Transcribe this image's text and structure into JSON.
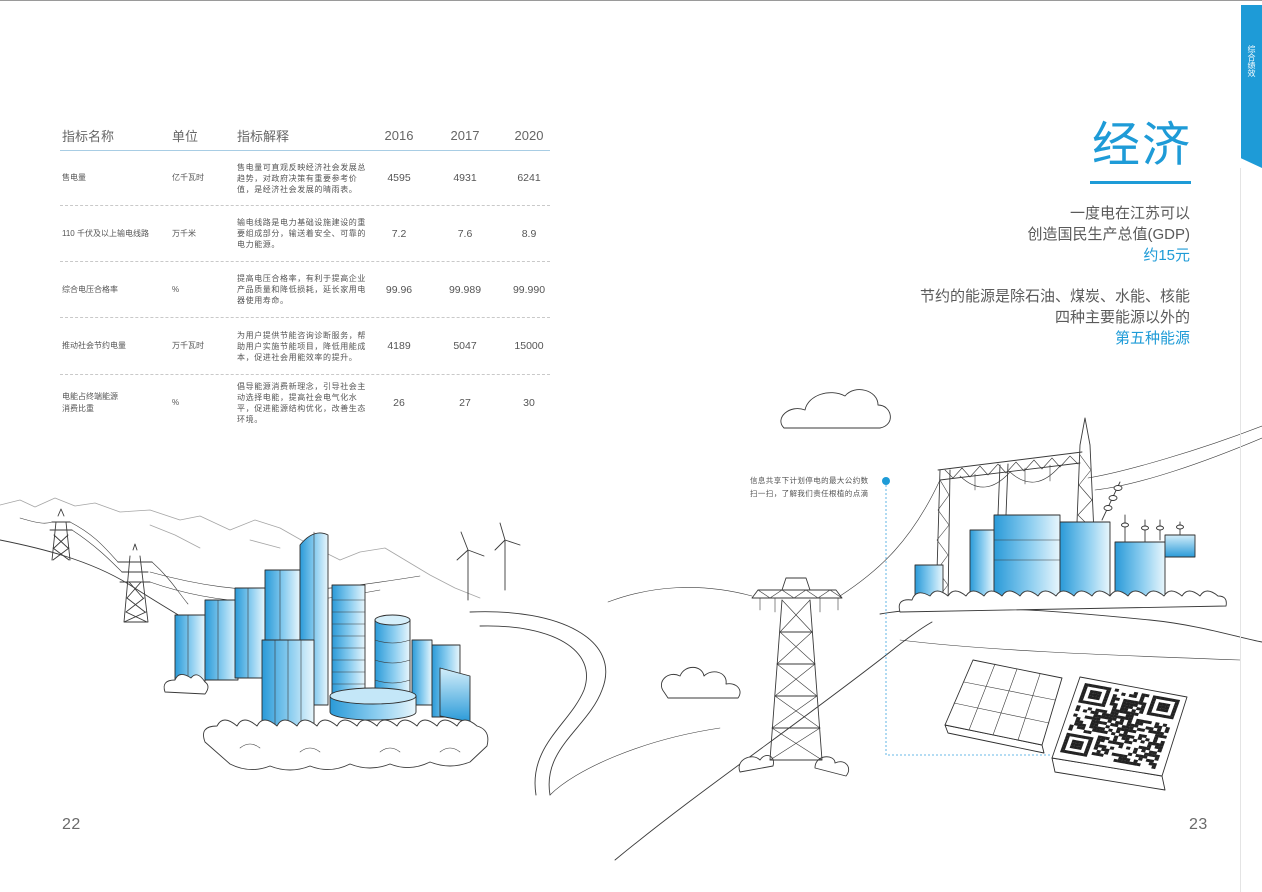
{
  "side_tab": {
    "label": "综合绩效"
  },
  "table": {
    "headers": {
      "name": "指标名称",
      "unit": "单位",
      "desc": "指标解释",
      "y2016": "2016",
      "y2017": "2017",
      "y2020": "2020"
    },
    "rows": [
      {
        "name": "售电量",
        "unit": "亿千瓦时",
        "desc": "售电量可直观反映经济社会发展总趋势，对政府决策有重要参考价值，是经济社会发展的晴雨表。",
        "y2016": "4595",
        "y2017": "4931",
        "y2020": "6241"
      },
      {
        "name": "110 千伏及以上输电线路",
        "unit": "万千米",
        "desc": "输电线路是电力基础设施建设的重要组成部分，输送着安全、可靠的电力能源。",
        "y2016": "7.2",
        "y2017": "7.6",
        "y2020": "8.9"
      },
      {
        "name": "综合电压合格率",
        "unit": "%",
        "desc": "提高电压合格率，有利于提高企业产品质量和降低损耗，延长家用电器使用寿命。",
        "y2016": "99.96",
        "y2017": "99.989",
        "y2020": "99.990"
      },
      {
        "name": "推动社会节约电量",
        "unit": "万千瓦时",
        "desc": "为用户提供节能咨询诊断服务，帮助用户实施节能项目，降低用能成本，促进社会用能效率的提升。",
        "y2016": "4189",
        "y2017": "5047",
        "y2020": "15000"
      },
      {
        "name": "电能占终端能源消费比重",
        "unit": "%",
        "desc": "倡导能源消费新理念，引导社会主动选择电能，提高社会电气化水平，促进能源结构优化，改善生态环境。",
        "y2016": "26",
        "y2017": "27",
        "y2020": "30"
      }
    ]
  },
  "section": {
    "title": "经济",
    "fact1": {
      "line1": "一度电在江苏可以",
      "line2": "创造国民生产总值(GDP)",
      "highlight": "约15元"
    },
    "fact2": {
      "line1": "节约的能源是除石油、煤炭、水能、核能",
      "line2": "四种主要能源以外的",
      "highlight": "第五种能源"
    }
  },
  "callout": {
    "line1": "信息共享下计划停电的最大公约数",
    "line2": "扫一扫，了解我们责任根植的点滴"
  },
  "page_numbers": {
    "left": "22",
    "right": "23"
  },
  "colors": {
    "accent": "#1e9bd7",
    "text": "#555555",
    "building_blue": "#2a9ad8"
  }
}
